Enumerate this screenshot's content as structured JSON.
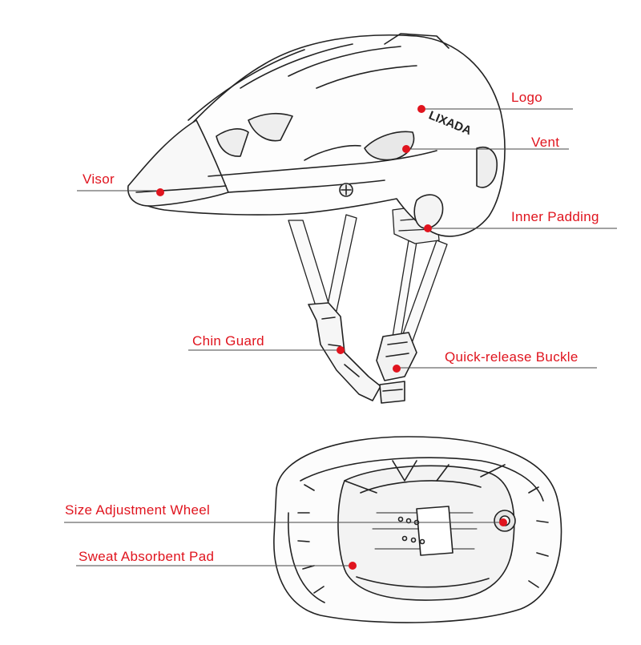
{
  "diagram": {
    "accent_color": "#e0141e",
    "line_color": "#222222",
    "views": [
      "side-view",
      "underside-view"
    ],
    "brand_mark": "LIXADA",
    "labels": {
      "logo": "Logo",
      "vent": "Vent",
      "visor": "Visor",
      "inner_padding": "Inner Padding",
      "chin_guard": "Chin  Guard",
      "buckle": "Quick-release  Buckle",
      "size_wheel": "Size  Adjustment  Wheel",
      "sweat_pad": "Sweat  Absorbent  Pad"
    }
  }
}
